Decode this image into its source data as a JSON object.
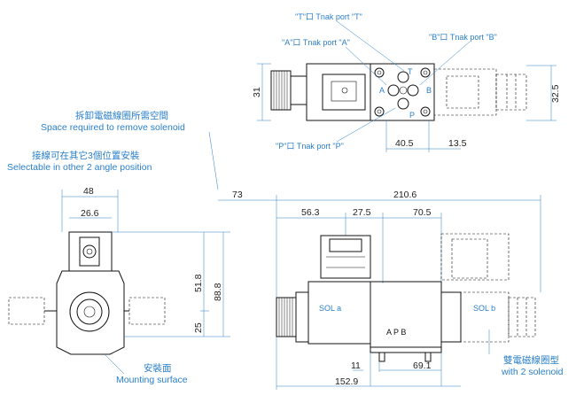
{
  "annotations": {
    "port_t": "\"T\"口 Tnak port \"T\"",
    "port_a": "\"A\"口 Tnak port \"A\"",
    "port_b": "\"B\"口 Tnak port \"B\"",
    "port_p": "\"P\"口 Tnak port \"P\"",
    "space_cn": "拆卸電磁線圈所需空間",
    "space_en": "Space required to remove solenoid",
    "angle_cn": "接線可在其它3個位置安裝",
    "angle_en": "Selectable in other 2 angle position",
    "mount_cn": "安裝面",
    "mount_en": "Mounting surface",
    "twin_cn": "雙電磁線圈型",
    "twin_en": "with 2 solenoid"
  },
  "face_letters": {
    "t": "T",
    "a": "A",
    "b": "B",
    "p": "P"
  },
  "body_labels": {
    "sol_a": "SOL a",
    "sol_b": "SOL b",
    "apb": "A  P  B"
  },
  "dimensions": {
    "top_width": "31",
    "top_height": "32.5",
    "top_p_to_b": "40.5",
    "top_b_to_end": "13.5",
    "left_width": "48",
    "left_inner": "26.6",
    "left_height": "88.8",
    "left_upper": "51.8",
    "left_lower": "25",
    "clearance": "73",
    "overall": "210.6",
    "seg1": "56.3",
    "seg2": "27.5",
    "seg3": "70.5",
    "bottom_11": "11",
    "bottom_69": "69.1",
    "bottom_total": "152.9"
  }
}
